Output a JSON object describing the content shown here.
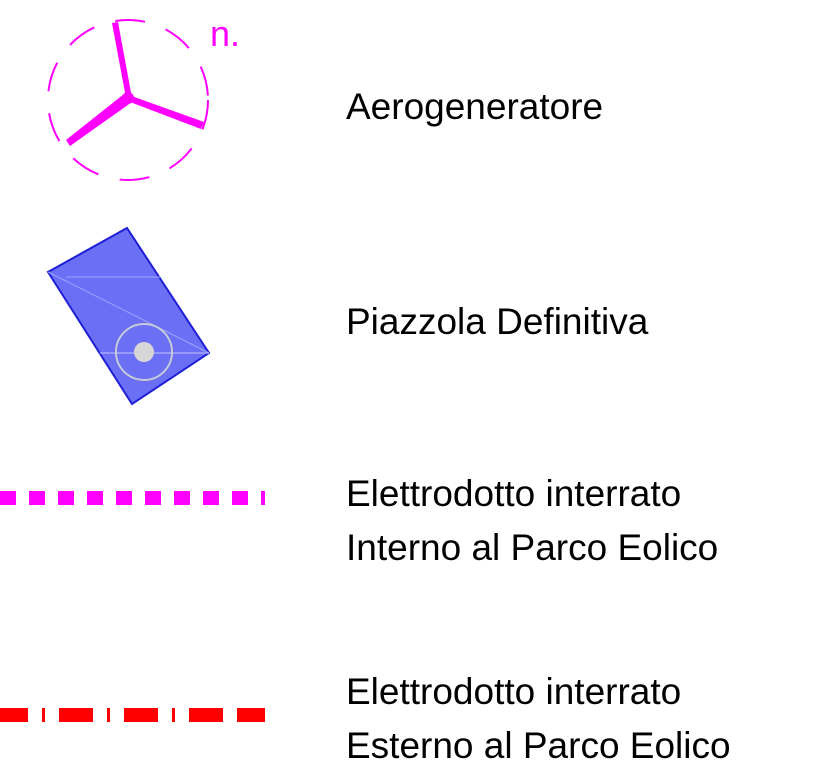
{
  "legend": {
    "items": [
      {
        "symbol": "wind-turbine-icon",
        "label": "Aerogeneratore",
        "marker": "n.",
        "color": "#ff00ff"
      },
      {
        "symbol": "pad-icon",
        "label": "Piazzola Definitiva",
        "color": "#6b6ff5"
      },
      {
        "symbol": "dashed-line",
        "label_line1": "Elettrodotto interrato",
        "label_line2": "Interno al Parco Eolico",
        "color": "#ff00ff"
      },
      {
        "symbol": "dash-dot-line",
        "label_line1": "Elettrodotto interrato",
        "label_line2": "Esterno al Parco Eolico",
        "color": "#ff0000"
      }
    ]
  }
}
